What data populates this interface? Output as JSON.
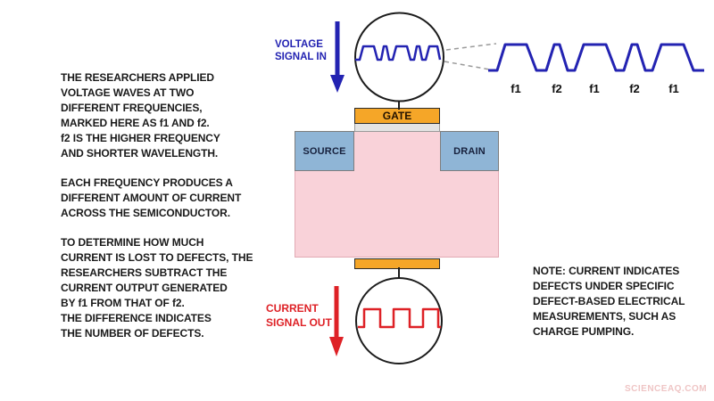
{
  "diagram": {
    "left_panel": {
      "block1": "THE RESEARCHERS APPLIED\nVOLTAGE WAVES AT TWO\nDIFFERENT FREQUENCIES,\nMARKED HERE AS f1 AND f2.\nf2 IS THE HIGHER FREQUENCY\nAND SHORTER WAVELENGTH.",
      "block2": "EACH FREQUENCY PRODUCES A\nDIFFERENT AMOUNT OF CURRENT\nACROSS THE SEMICONDUCTOR.",
      "block3": "TO DETERMINE HOW MUCH\nCURRENT IS LOST TO DEFECTS, THE\nRESEARCHERS SUBTRACT THE\nCURRENT OUTPUT GENERATED\nBY f1 FROM THAT OF f2.\nTHE DIFFERENCE INDICATES\nTHE NUMBER OF DEFECTS."
    },
    "voltage_label": "VOLTAGE\nSIGNAL IN",
    "current_label": "CURRENT\nSIGNAL OUT",
    "transistor": {
      "gate": "GATE",
      "source": "SOURCE",
      "drain": "DRAIN"
    },
    "waveform_labels": [
      "f1",
      "f2",
      "f1",
      "f2",
      "f1"
    ],
    "note": "NOTE: CURRENT INDICATES\nDEFECTS UNDER SPECIFIC\nDEFECT-BASED ELECTRICAL\nMEASUREMENTS, SUCH AS\nCHARGE PUMPING.",
    "watermark": "SCIENCEAQ.COM",
    "colors": {
      "signal_blue": "#2323b2",
      "signal_red": "#de2126",
      "gate_orange": "#f5a628",
      "body_pink": "#f9d2d9",
      "contact_blue": "#8fb5d6",
      "oxide_gray": "#e4e4e4",
      "text_black": "#1a1a1a",
      "watermark_pink": "#efc5c5"
    }
  }
}
